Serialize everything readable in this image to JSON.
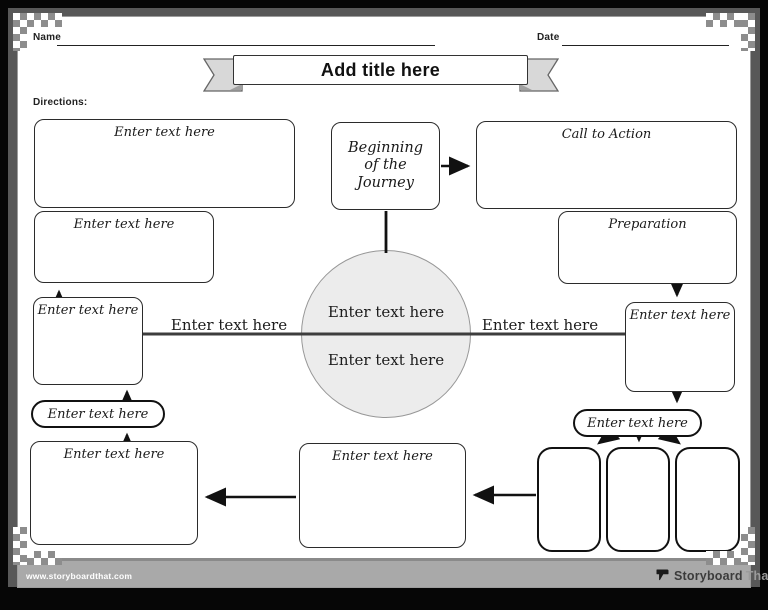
{
  "colors": {
    "frame": "#585858",
    "footerbar": "#a9a9a9",
    "circlefill": "#ececec",
    "ribbon": "#d8d8d8",
    "checker": "#8d8d8d",
    "ink": "#111111"
  },
  "header": {
    "name_label": "Name",
    "date_label": "Date",
    "title": "Add title here"
  },
  "directions_label": "Directions:",
  "diagram": {
    "nodes": {
      "top_left_large": "Enter text here",
      "top_left_small": "Enter text here",
      "beginning": "Beginning of the Journey",
      "call_to_action": "Call to Action",
      "preparation": "Preparation",
      "left_square": "Enter text here",
      "right_square": "Enter text here",
      "circle_top": "Enter text here",
      "circle_bottom": "Enter text here",
      "line_left_label": "Enter text here",
      "line_right_label": "Enter text here",
      "left_pill": "Enter text here",
      "right_pill": "Enter text here",
      "bottom_left": "Enter text here",
      "bottom_middle": "Enter text here"
    }
  },
  "footer": {
    "url": "www.storyboardthat.com",
    "brand": "Storyboard",
    "brand_suffix": "That"
  }
}
